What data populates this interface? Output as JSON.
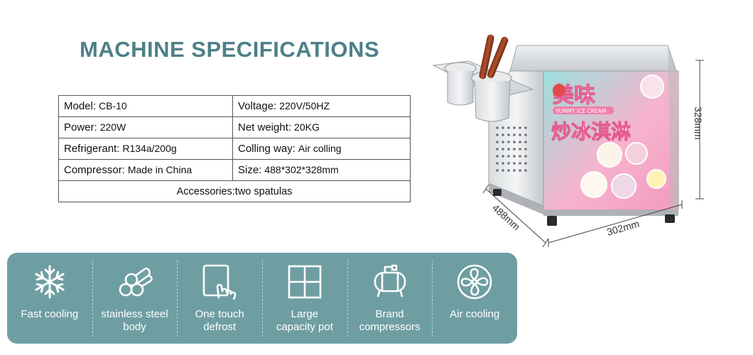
{
  "page_title": "MACHINE SPECIFICATIONS",
  "specs": {
    "rows": [
      [
        {
          "key": "Model:",
          "value": "CB-10"
        },
        {
          "key": "Voltage:",
          "value": "220V/50HZ"
        }
      ],
      [
        {
          "key": "Power:",
          "value": "220W"
        },
        {
          "key": "Net weight:",
          "value": "20KG"
        }
      ],
      [
        {
          "key": "Refrigerant:",
          "value": "R134a/200g"
        },
        {
          "key": "Colling way:",
          "value": "Air colling"
        }
      ],
      [
        {
          "key": "Compressor:",
          "value": "Made in China"
        },
        {
          "key": "Size:",
          "value": "488*302*328mm"
        }
      ]
    ],
    "accessories": "Accessories:two spatulas"
  },
  "features": [
    {
      "icon": "snowflake-icon",
      "label": "Fast cooling"
    },
    {
      "icon": "steel-pipes-icon",
      "label": "stainless steel\nbody"
    },
    {
      "icon": "touch-tablet-icon",
      "label": "One touch\ndefrost"
    },
    {
      "icon": "grid-pot-icon",
      "label": "Large\ncapacity pot"
    },
    {
      "icon": "compressor-icon",
      "label": "Brand\ncompressors"
    },
    {
      "icon": "fan-icon",
      "label": "Air cooling"
    }
  ],
  "product": {
    "panel_chinese_top": "美味",
    "panel_tag": "YUMMY ICE CREAM",
    "panel_chinese_bottom": "炒冰淇淋",
    "dimensions": {
      "height": "328mm",
      "depth": "488mm",
      "width": "302mm"
    }
  },
  "colors": {
    "accent": "#4d8087",
    "feature_bg": "#6f9ea2",
    "panel_pink": "#f3a9c6",
    "panel_teal": "#8fd8d6"
  }
}
